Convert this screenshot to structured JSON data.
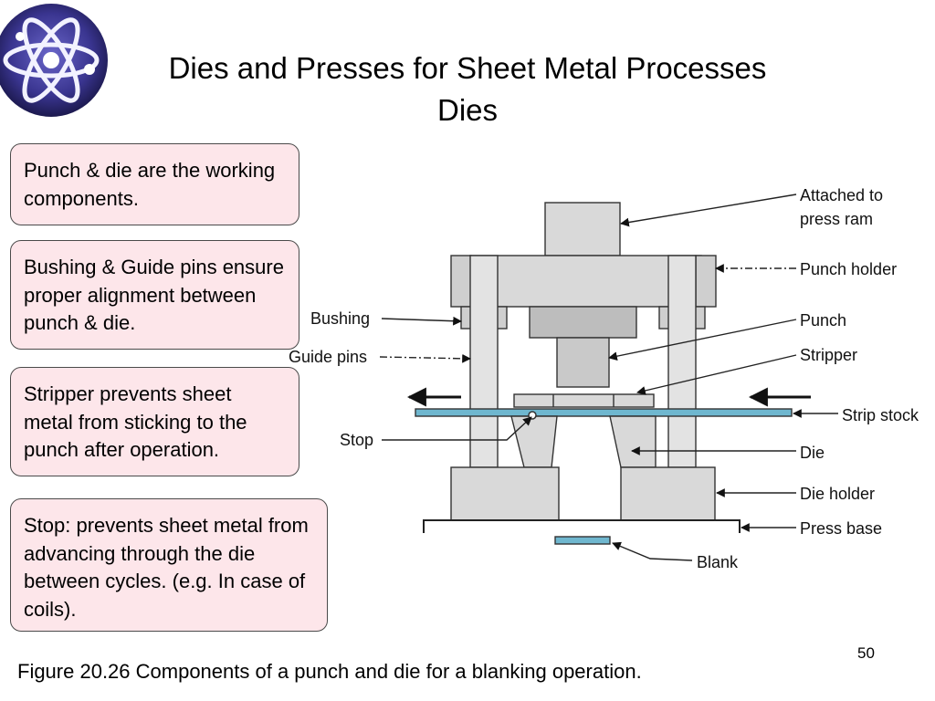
{
  "slide": {
    "title": "Dies and Presses for Sheet Metal Processes",
    "subtitle": "Dies",
    "page_number": "50",
    "caption": "Figure 20.26 Components of a punch and die for a blanking operation."
  },
  "callouts": [
    {
      "text": "Punch & die are the working components."
    },
    {
      "text": "Bushing & Guide pins ensure proper alignment between punch & die."
    },
    {
      "text": "Stripper prevents sheet metal from sticking to the punch after operation."
    },
    {
      "text": "Stop: prevents sheet metal from advancing through the die between cycles. (e.g. In case of coils)."
    }
  ],
  "diagram": {
    "labels": {
      "attached_1": "Attached to",
      "attached_2": "press ram",
      "punch_holder": "Punch holder",
      "punch": "Punch",
      "stripper": "Stripper",
      "strip_stock": "Strip stock",
      "die": "Die",
      "die_holder": "Die holder",
      "press_base": "Press base",
      "blank": "Blank",
      "bushing": "Bushing",
      "guide_pins": "Guide pins",
      "stop": "Stop"
    },
    "colors": {
      "metal": "#d9d9d9",
      "metal_dark": "#b5b5b5",
      "strip": "#6fb7cf",
      "outline": "#333333"
    }
  },
  "logo": {
    "icon": "atom-icon",
    "background": "#1d1a52"
  }
}
